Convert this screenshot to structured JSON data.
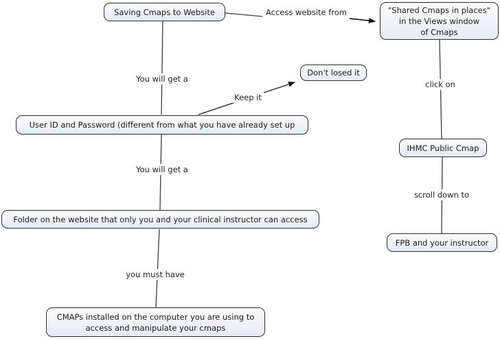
{
  "diagram_type": "concept-map",
  "colors": {
    "background": "#ffffff",
    "node_fill_top": "#fcfdfe",
    "node_fill_bottom": "#e3ebf3",
    "node_border": "#2e2e2e",
    "connector_line": "#3c3c3c",
    "arrowhead": "#000000",
    "text": "#1a1a1a"
  },
  "nodes": {
    "saving": {
      "label": "Saving Cmaps to Website"
    },
    "shared": {
      "label": "\"Shared Cmaps in places\"\nin the Views window\nof Cmaps"
    },
    "dont": {
      "label": "Don't losed it"
    },
    "userid": {
      "label": "User ID and Password (different from what you have already set up"
    },
    "folder": {
      "label": "Folder on the website that only you and your clinical instructor can access"
    },
    "cmaps_installed": {
      "label": "CMAPs installed on the computer you are using to\naccess and manipulate your cmaps"
    },
    "ihmc": {
      "label": "IHMC Public Cmap"
    },
    "fpb": {
      "label": "FPB and your instructor"
    }
  },
  "link_labels": {
    "access_website_from": "Access website from",
    "you_will_get_a_1": "You will get a",
    "keep_it": "Keep it",
    "you_will_get_a_2": "You will get a",
    "you_must_have": "you must have",
    "click_on": "click on",
    "scroll_down_to": "scroll down to"
  },
  "edges": [
    {
      "from": "saving",
      "to": "userid",
      "via_label": "you_will_get_a_1",
      "arrow": false
    },
    {
      "from": "saving",
      "to": "shared",
      "via_label": "access_website_from",
      "arrow": true
    },
    {
      "from": "userid",
      "to": "dont",
      "via_label": "keep_it",
      "arrow": true
    },
    {
      "from": "userid",
      "to": "folder",
      "via_label": "you_will_get_a_2",
      "arrow": false
    },
    {
      "from": "folder",
      "to": "cmaps_installed",
      "via_label": "you_must_have",
      "arrow": false
    },
    {
      "from": "shared",
      "to": "ihmc",
      "via_label": "click_on",
      "arrow": false
    },
    {
      "from": "ihmc",
      "to": "fpb",
      "via_label": "scroll_down_to",
      "arrow": false
    }
  ]
}
